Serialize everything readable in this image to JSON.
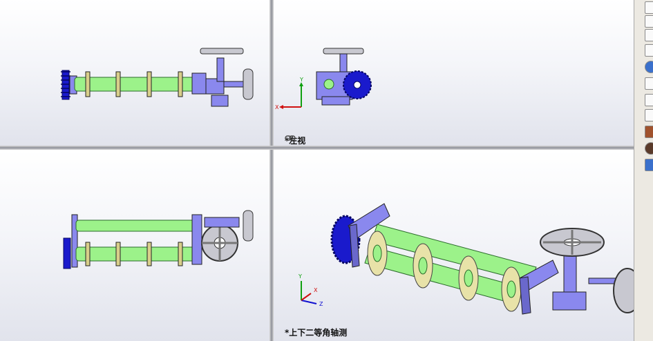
{
  "views": {
    "left": {
      "label": "*左视"
    },
    "isometric": {
      "label": "*上下二等角轴测"
    }
  },
  "triad": {
    "x_label": "X",
    "y_label": "Y",
    "z_label": "Z"
  },
  "task_pane": {
    "items": [
      {
        "icon": "resources-icon"
      },
      {
        "icon": "design-library-icon"
      },
      {
        "icon": "file-explorer-icon"
      },
      {
        "icon": "view-palette-icon"
      },
      {
        "icon": "appearances-icon"
      },
      {
        "icon": "custom-properties-icon"
      },
      {
        "icon": "solidworks-forum-icon"
      },
      {
        "icon": "toolbox-icon"
      },
      {
        "icon": "routing-library-icon"
      },
      {
        "icon": "sphere-icon"
      },
      {
        "icon": "link-icon"
      }
    ]
  },
  "colors": {
    "pipe": "#9cf28a",
    "gear": "#1a1acc",
    "bracket": "#8a88ee",
    "wheel": "#c8c8d0",
    "axis_x": "#d01010",
    "axis_y": "#10a010",
    "axis_z": "#1010d0"
  }
}
